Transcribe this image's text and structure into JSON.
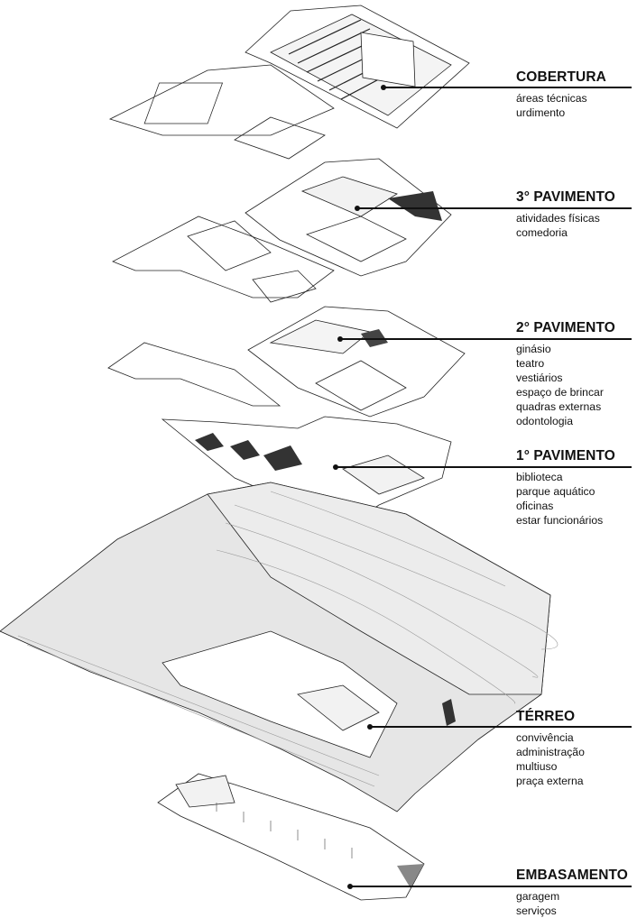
{
  "levels": [
    {
      "title": "COBERTURA",
      "items": [
        "áreas técnicas",
        "urdimento"
      ]
    },
    {
      "title": "3° PAVIMENTO",
      "items": [
        "atividades físicas",
        "comedoria"
      ]
    },
    {
      "title": "2° PAVIMENTO",
      "items": [
        "ginásio",
        "teatro",
        "vestiários",
        "espaço de brincar",
        "quadras externas",
        "odontologia"
      ]
    },
    {
      "title": "1° PAVIMENTO",
      "items": [
        "biblioteca",
        "parque aquático",
        "oficinas",
        "estar funcionários"
      ]
    },
    {
      "title": "TÉRREO",
      "items": [
        "convivência",
        "administração",
        "multiuso",
        "praça externa"
      ]
    },
    {
      "title": "EMBASAMENTO",
      "items": [
        "garagem",
        "serviços"
      ]
    }
  ],
  "colors": {
    "ink": "#111111",
    "terrain": "#e4e4e4",
    "dark_fill": "#333333"
  }
}
